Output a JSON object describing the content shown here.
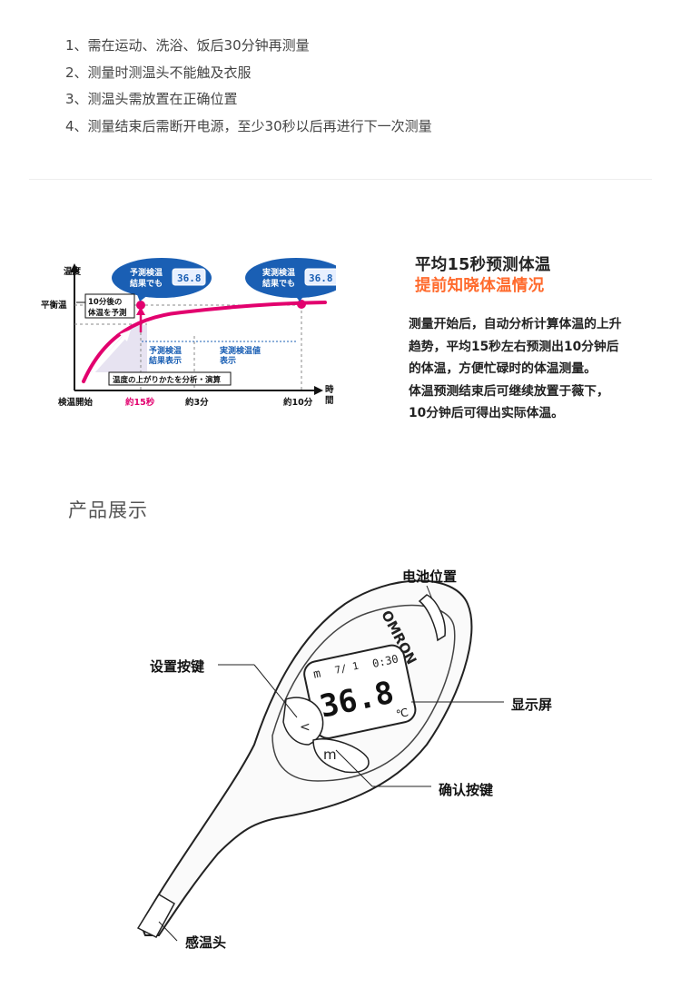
{
  "notes": [
    "1、需在运动、洗浴、饭后30分钟再测量",
    "2、测量时测温头不能触及衣服",
    "3、测温头需放置在正确位置",
    "4、测量结束后需断开电源，至少30秒以后再进行下一次测量"
  ],
  "feature": {
    "title": "平均15秒预测体温",
    "subtitle": "提前知晓体温情况",
    "description": [
      "测量开始后，自动分析计算体温的上升",
      "趋势，平均15秒左右预测出10分钟后",
      "的体温，方便忙碌时的体温测量。",
      "体温预测结束后可继续放置于薇下，",
      "10分钟后可得出实际体温。"
    ]
  },
  "chart_data": {
    "type": "line",
    "ylabel": "温度",
    "xlabel": "時間",
    "y_marker": "平衡温",
    "x_ticks": [
      "検温開始",
      "約15秒",
      "約3分",
      "約10分"
    ],
    "series": [
      {
        "values_description_x": [
          "検温開始",
          "約15秒",
          "約3分",
          "約10分"
        ],
        "values": [
          0.05,
          0.62,
          0.82,
          0.96
        ]
      }
    ],
    "annotations": {
      "predict_bubble": "予測検温結果でも",
      "actual_bubble": "実測検温結果でも",
      "display_value": "36.8",
      "display_unit": "℃",
      "predict_box": "10分後の体温を予測",
      "predict_range": "予測検温結果表示",
      "actual_range": "実測検温値表示",
      "analysis_label": "温度の上がりかたを分析・演算"
    },
    "colors": {
      "curve": "#e2006e",
      "bubble": "#1a5fb4",
      "label_blue": "#1a5fb4",
      "label_red": "#e2006e"
    }
  },
  "section_title": "产品展示",
  "device": {
    "brand": "OMRON",
    "display_main": "36.8",
    "display_unit": "℃",
    "display_time": "0:30",
    "display_mode": "m",
    "display_small": "7/ 1",
    "button_back": "<",
    "button_confirm": "m",
    "callouts": {
      "battery": "电池位置",
      "settings": "设置按键",
      "display": "显示屏",
      "confirm": "确认按键",
      "sensor": "感温头"
    }
  }
}
